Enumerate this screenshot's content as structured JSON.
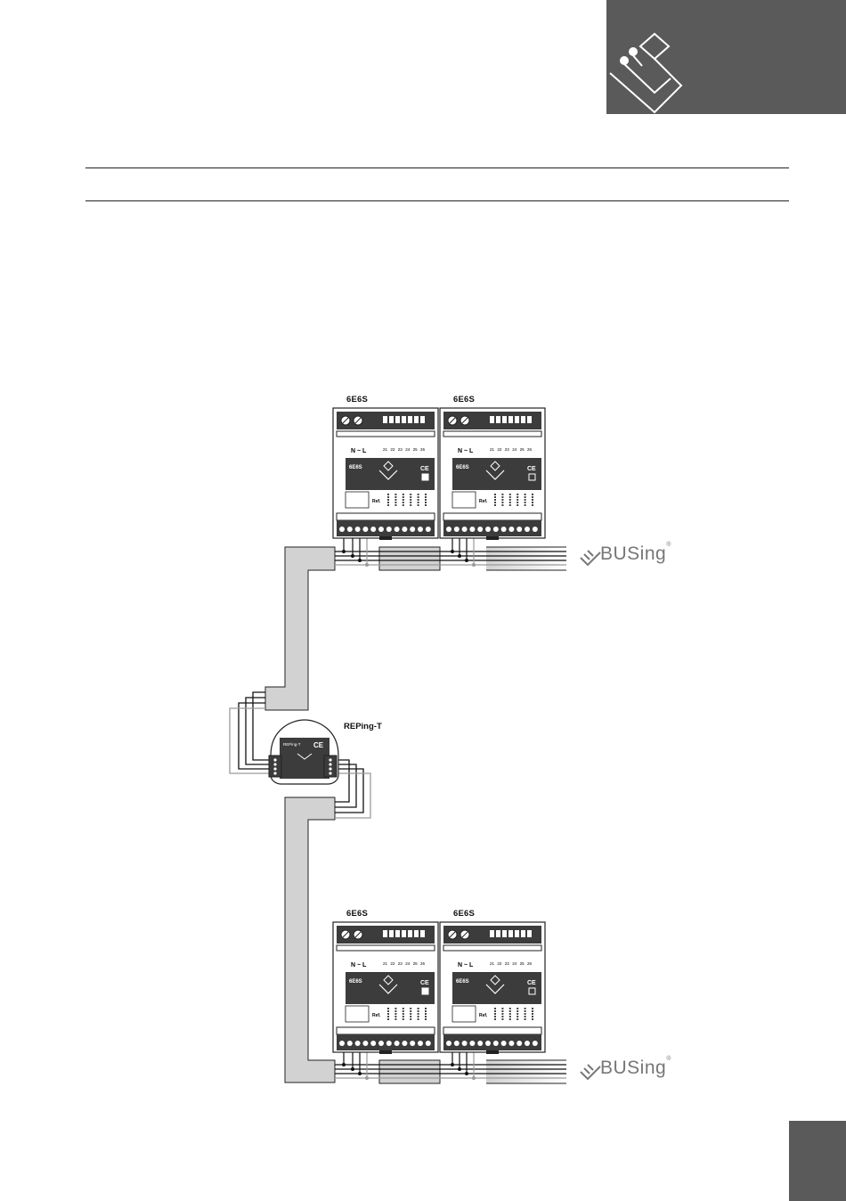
{
  "device_labels": {
    "top_left": "6E6S",
    "top_right": "6E6S",
    "bottom_left": "6E6S",
    "bottom_right": "6E6S"
  },
  "repeater_label": "REPing-T",
  "brand": {
    "name": "BUSing",
    "mark": "®"
  },
  "device_face": {
    "model": "6E6S",
    "power_text": "N ~ L",
    "ce": "CE",
    "ref": "Ref.",
    "channel_numbers": [
      "21",
      "22",
      "23",
      "24",
      "25",
      "26"
    ]
  },
  "repeater_face": {
    "model": "REPing-T",
    "ce": "CE"
  },
  "colors": {
    "corner_block": "#5a5a5a",
    "cable_band": "#d2d2d2",
    "device_panel": "#3c3c3c",
    "wire_dark": "#111111",
    "wire_grey": "#9a9a9a"
  },
  "icons": [
    "logo-icon",
    "busing-logo-icon"
  ]
}
